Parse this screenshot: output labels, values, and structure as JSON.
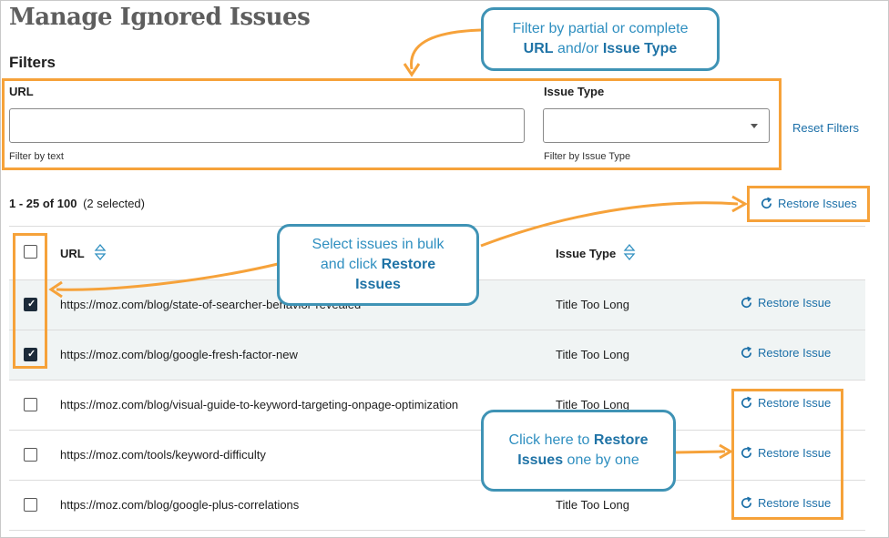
{
  "page": {
    "title": "Manage Ignored Issues"
  },
  "filters": {
    "heading": "Filters",
    "url_label": "URL",
    "url_value": "",
    "url_help": "Filter by text",
    "issue_type_label": "Issue Type",
    "issue_type_value": "",
    "issue_type_help": "Filter by Issue Type",
    "reset_label": "Reset Filters"
  },
  "results": {
    "range": "1 - 25 of 100",
    "selected": "(2 selected)",
    "bulk_restore_label": "Restore Issues",
    "bulk_restore_icon": "refresh-icon"
  },
  "table": {
    "columns": [
      {
        "label": "URL",
        "sort_icon": "sort-icon"
      },
      {
        "label": "Issue Type",
        "sort_icon": "sort-icon"
      }
    ],
    "rows": [
      {
        "checked": true,
        "url": "https://moz.com/blog/state-of-searcher-behavior-revealed",
        "issue_type": "Title Too Long",
        "action": "Restore Issue"
      },
      {
        "checked": true,
        "url": "https://moz.com/blog/google-fresh-factor-new",
        "issue_type": "Title Too Long",
        "action": "Restore Issue"
      },
      {
        "checked": false,
        "url": "https://moz.com/blog/visual-guide-to-keyword-targeting-onpage-optimization",
        "issue_type": "Title Too Long",
        "action": "Restore Issue"
      },
      {
        "checked": false,
        "url": "https://moz.com/tools/keyword-difficulty",
        "issue_type": "",
        "action": "Restore Issue"
      },
      {
        "checked": false,
        "url": "https://moz.com/blog/google-plus-correlations",
        "issue_type": "Title Too Long",
        "action": "Restore Issue"
      }
    ]
  },
  "callouts": {
    "filter": {
      "line1": "Filter by partial or complete",
      "bold1": "URL",
      "mid": " and/or ",
      "bold2": "Issue Type"
    },
    "bulk": {
      "line1": "Select issues in bulk",
      "line2a": "and click ",
      "bold1": "Restore",
      "bold2": "Issues"
    },
    "single": {
      "line1a": "Click here to ",
      "bold1": "Restore",
      "bold2": "Issues",
      "line2b": " one by one"
    }
  },
  "colors": {
    "highlight": "#f6a23a",
    "callout_border": "#3f93b5",
    "link": "#1b6fa8",
    "row_alt": "#f0f4f4",
    "checkbox_checked": "#1c2b3a"
  }
}
